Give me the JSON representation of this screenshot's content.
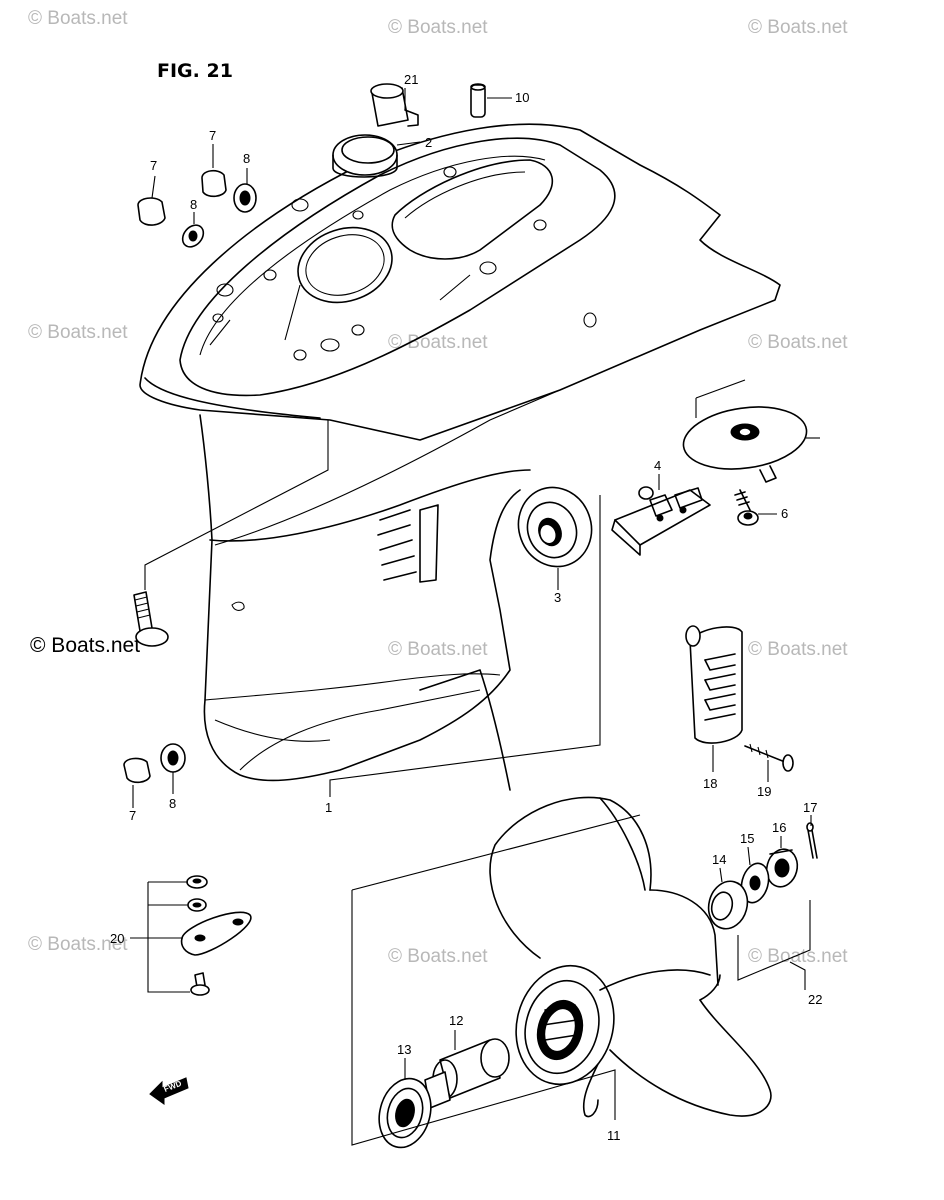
{
  "figure": {
    "title": "FIG. 21"
  },
  "watermark": {
    "text": "© Boats.net",
    "primary": "© Boats.net"
  },
  "fwd_arrow": {
    "label": "FWD"
  },
  "parts": [
    {
      "id": "p1",
      "label": "1"
    },
    {
      "id": "p2",
      "label": "2"
    },
    {
      "id": "p3",
      "label": "3"
    },
    {
      "id": "p4",
      "label": "4"
    },
    {
      "id": "p6",
      "label": "6"
    },
    {
      "id": "p7a",
      "label": "7"
    },
    {
      "id": "p7b",
      "label": "7"
    },
    {
      "id": "p8a",
      "label": "8"
    },
    {
      "id": "p8b",
      "label": "8"
    },
    {
      "id": "p8c",
      "label": "8"
    },
    {
      "id": "p10",
      "label": "10"
    },
    {
      "id": "p11",
      "label": "11"
    },
    {
      "id": "p12",
      "label": "12"
    },
    {
      "id": "p13",
      "label": "13"
    },
    {
      "id": "p14",
      "label": "14"
    },
    {
      "id": "p15",
      "label": "15"
    },
    {
      "id": "p16",
      "label": "16"
    },
    {
      "id": "p17",
      "label": "17"
    },
    {
      "id": "p18",
      "label": "18"
    },
    {
      "id": "p19",
      "label": "19"
    },
    {
      "id": "p20",
      "label": "20"
    },
    {
      "id": "p21",
      "label": "21"
    },
    {
      "id": "p22",
      "label": "22"
    }
  ]
}
